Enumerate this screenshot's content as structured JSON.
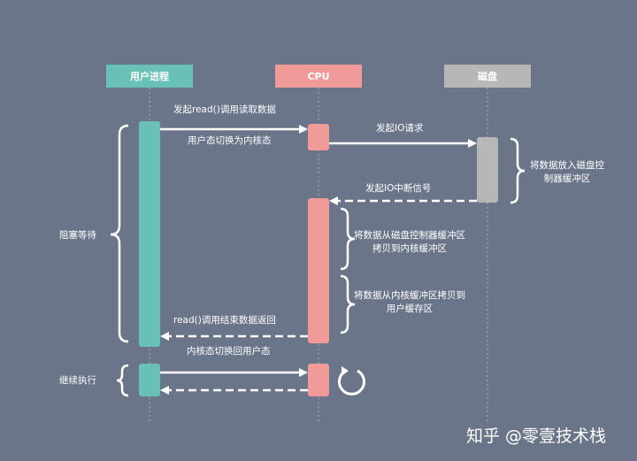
{
  "participants": {
    "process": "用户进程",
    "cpu": "CPU",
    "disk": "磁盘"
  },
  "messages": {
    "read_call": "发起read()调用读取数据",
    "to_kernel": "用户态切换为内核态",
    "io_request": "发起IO请求",
    "interrupt": "发起IO中断信号",
    "read_return": "read()调用结束数据返回",
    "to_user": "内核态切换回用户态"
  },
  "notes": {
    "disk_buffer": "将数据放入磁盘控制器缓冲区",
    "copy_kernel": "将数据从磁盘控制器缓冲区拷贝到内核缓冲区",
    "copy_user": "将数据从内核缓冲区拷贝到用户缓存区",
    "blocked": "阻塞等待",
    "continue": "继续执行"
  },
  "watermark": "知乎 @零壹技术栈",
  "colors": {
    "background": "#6b7589",
    "process": "#69c0b4",
    "cpu": "#f19a9a",
    "disk": "#b7b7b7",
    "line": "#ffffff"
  }
}
